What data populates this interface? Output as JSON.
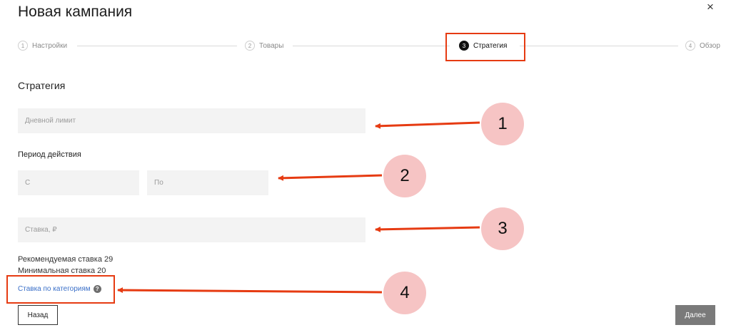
{
  "header": {
    "title": "Новая кампания",
    "close": "×"
  },
  "steps": [
    {
      "num": "1",
      "label": "Настройки"
    },
    {
      "num": "2",
      "label": "Товары"
    },
    {
      "num": "3",
      "label": "Стратегия"
    },
    {
      "num": "4",
      "label": "Обзор"
    }
  ],
  "form": {
    "section_title": "Стратегия",
    "daily_limit_placeholder": "Дневной лимит",
    "period_label": "Период действия",
    "from_placeholder": "С",
    "to_placeholder": "По",
    "rate_placeholder": "Ставка, ₽",
    "recommended_rate": "Рекомендуемая ставка 29",
    "min_rate": "Минимальная ставка 20",
    "category_rate_link": "Ставка по категориям",
    "help_glyph": "?"
  },
  "buttons": {
    "back": "Назад",
    "next": "Далее"
  },
  "annotations": {
    "badges": [
      "1",
      "2",
      "3",
      "4"
    ]
  },
  "colors": {
    "annotation_red": "#e63b12",
    "badge_pink": "#f6c4c4",
    "link_blue": "#3a6fc8"
  }
}
